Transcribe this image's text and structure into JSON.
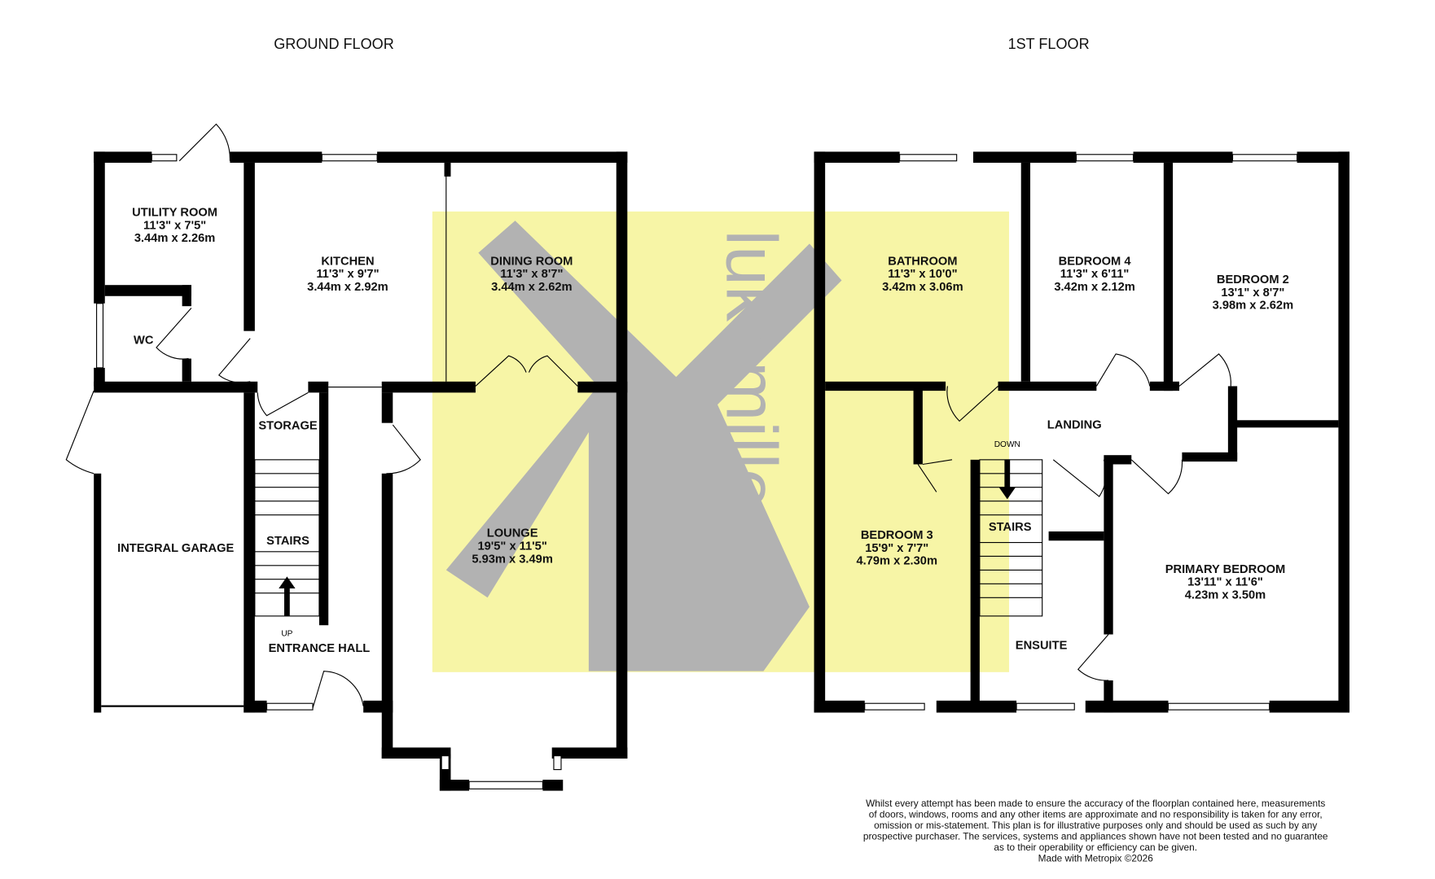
{
  "titles": {
    "ground": "GROUND FLOOR",
    "first": "1ST FLOOR"
  },
  "watermark": {
    "text": "lukemiller",
    "bg_color": "#f7f5a6",
    "mark_color": "#b2b2b2"
  },
  "ground_rooms": [
    {
      "name": "UTILITY ROOM",
      "imperial": "11'3\" x 7'5\"",
      "metric": "3.44m x 2.26m"
    },
    {
      "name": "KITCHEN",
      "imperial": "11'3\" x 9'7\"",
      "metric": "3.44m x 2.92m"
    },
    {
      "name": "DINING ROOM",
      "imperial": "11'3\" x 8'7\"",
      "metric": "3.44m x 2.62m"
    },
    {
      "name": "LOUNGE",
      "imperial": "19'5\" x 11'5\"",
      "metric": "5.93m x 3.49m"
    },
    {
      "name": "WC"
    },
    {
      "name": "STORAGE"
    },
    {
      "name": "STAIRS"
    },
    {
      "name": "INTEGRAL GARAGE"
    },
    {
      "name": "ENTRANCE HALL"
    },
    {
      "name": "UP"
    }
  ],
  "first_rooms": [
    {
      "name": "BATHROOM",
      "imperial": "11'3\" x 10'0\"",
      "metric": "3.42m x 3.06m"
    },
    {
      "name": "BEDROOM 4",
      "imperial": "11'3\" x 6'11\"",
      "metric": "3.42m x 2.12m"
    },
    {
      "name": "BEDROOM 2",
      "imperial": "13'1\" x 8'7\"",
      "metric": "3.98m x 2.62m"
    },
    {
      "name": "BEDROOM 3",
      "imperial": "15'9\" x 7'7\"",
      "metric": "4.79m x 2.30m"
    },
    {
      "name": "PRIMARY BEDROOM",
      "imperial": "13'11\" x 11'6\"",
      "metric": "4.23m x 3.50m"
    },
    {
      "name": "LANDING"
    },
    {
      "name": "DOWN"
    },
    {
      "name": "STAIRS"
    },
    {
      "name": "ENSUITE"
    }
  ],
  "disclaimer": [
    "Whilst every attempt has been made to ensure the accuracy of the floorplan contained here, measurements",
    "of doors, windows, rooms and any other items are approximate and no responsibility is taken for any error,",
    "omission or mis-statement. This plan is for illustrative purposes only and should be used as such by any",
    "prospective purchaser. The services, systems and appliances shown have not been tested and no guarantee",
    "as to their operability or efficiency can be given.",
    "Made with Metropix ©2026"
  ]
}
